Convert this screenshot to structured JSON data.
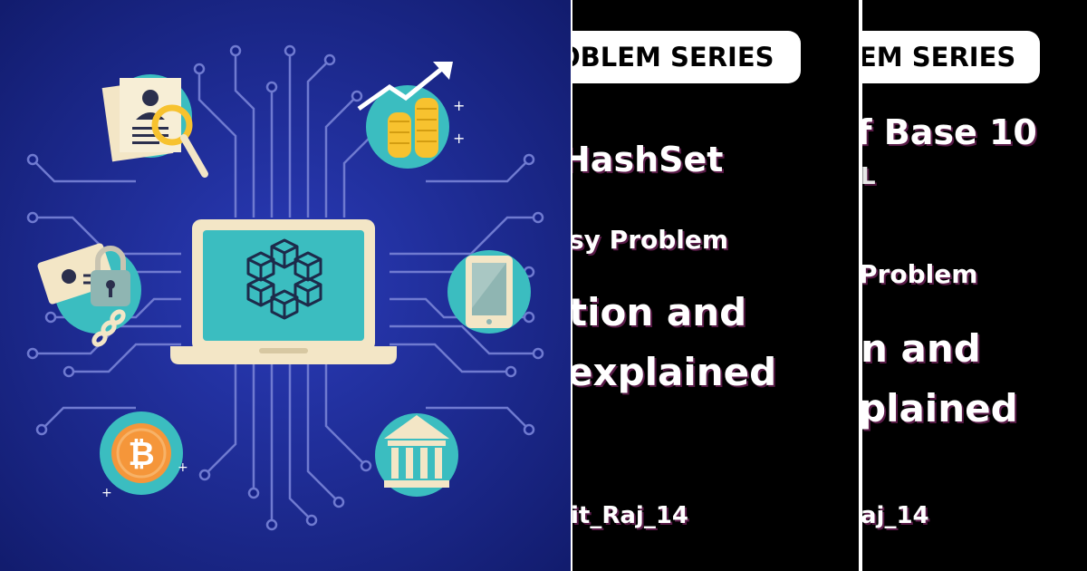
{
  "card_a": {
    "series_label": "OBLEM SERIES",
    "title_line": "HashSet",
    "difficulty": "sy Problem",
    "headline_1": "tion and",
    "headline_2": "explained",
    "author": "it_Raj_14"
  },
  "card_b": {
    "series_label": "EM SERIES",
    "title_line": "f Base 10",
    "title_line_2": "L",
    "difficulty": "Problem",
    "headline_1": "n and",
    "headline_2": "plained",
    "author": "aj_14"
  },
  "colors": {
    "illustration_bg": "#162287",
    "teal": "#3bbdc0",
    "cream": "#f3e6c6",
    "gold": "#f7c22f",
    "bitcoin_orange": "#f5963a",
    "card_bg": "#000000"
  },
  "icons": [
    "profile-search-icon",
    "coins-growth-icon",
    "id-lock-icon",
    "tablet-icon",
    "bitcoin-icon",
    "bank-icon",
    "blockchain-cubes-icon"
  ]
}
